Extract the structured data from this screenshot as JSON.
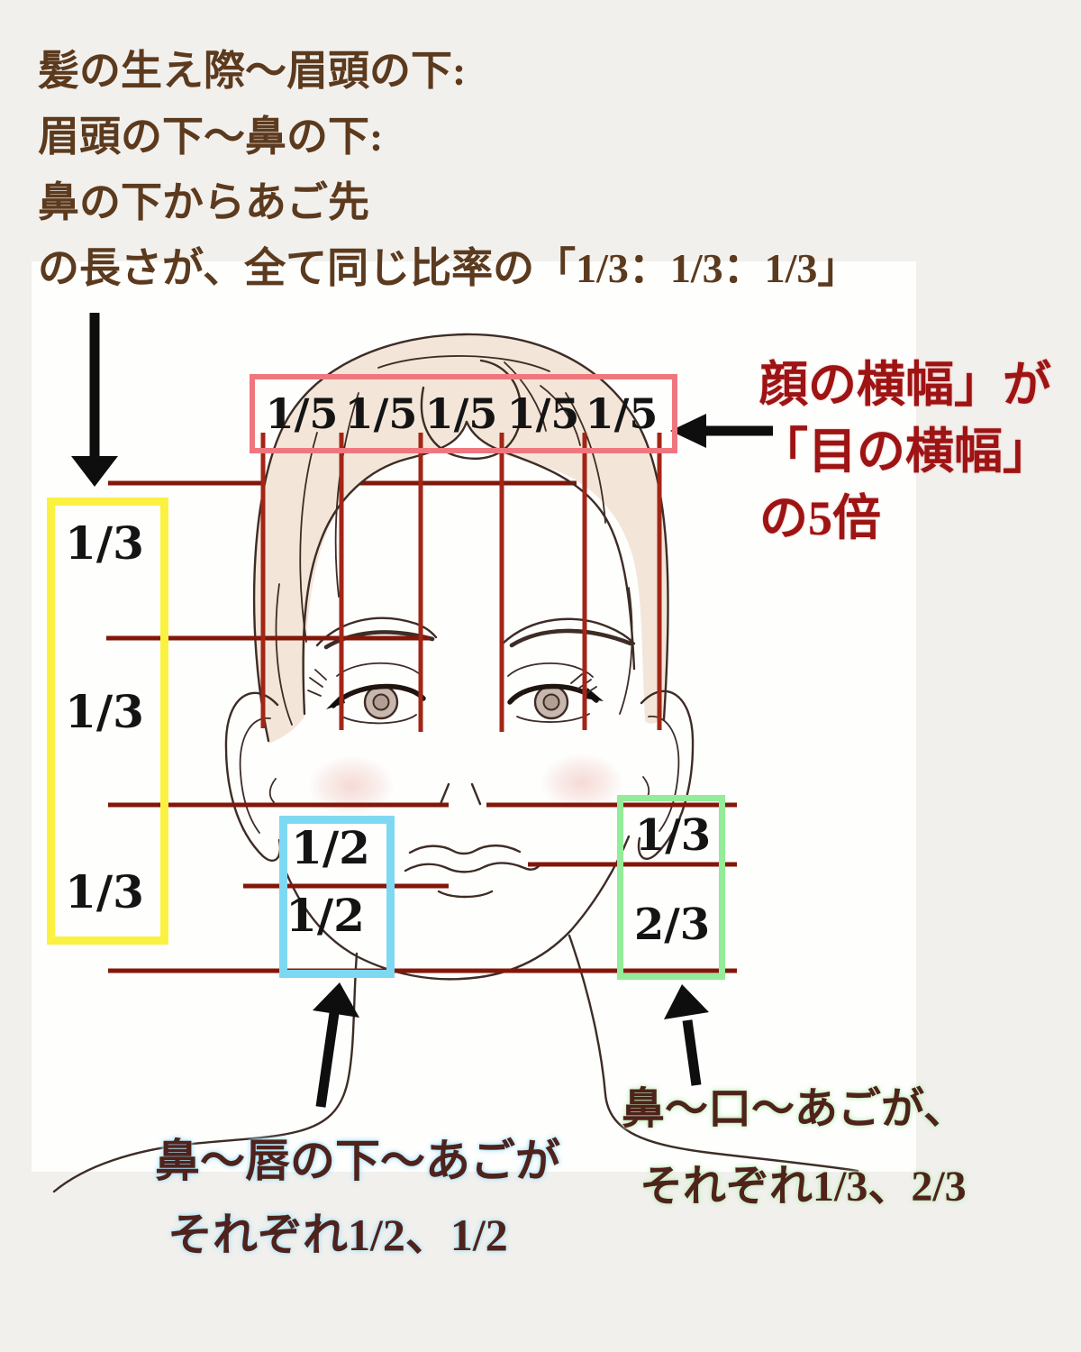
{
  "top_note": {
    "line1": "髪の生え際〜眉頭の下:",
    "line2": "眉頭の下〜鼻の下:",
    "line3": "鼻の下からあご先",
    "line4": "の長さが、全て同じ比率の「1/3：1/3：1/3」"
  },
  "width_note": {
    "line1": "顔の横幅」が",
    "line2": "「目の横幅」",
    "line3": "の5倍"
  },
  "fifths": {
    "labels": [
      "1/5",
      "1/5",
      "1/5",
      "1/5",
      "1/5"
    ]
  },
  "vertical_thirds": {
    "labels": [
      "1/3",
      "1/3",
      "1/3"
    ]
  },
  "lower_halves": {
    "labels": [
      "1/2",
      "1/2"
    ]
  },
  "lower_thirds": {
    "labels": [
      "1/3",
      "2/3"
    ]
  },
  "bottom_left_note": {
    "line1": "鼻〜唇の下〜あごが",
    "line2": "それぞれ1/2、1/2"
  },
  "bottom_right_note": {
    "line1": "鼻〜口〜あごが、",
    "line2": "それぞれ1/3、2/3"
  },
  "colors": {
    "background": "#F1F0ED",
    "canvas": "#FEFEFD",
    "guide_dark": "#821709",
    "guide_red": "#A32517",
    "box_pink": "#F0767E",
    "box_yellow": "#FBF141",
    "box_blue": "#7FD8F2",
    "box_green": "#93EC98",
    "text_brown": "#5C3A1E",
    "text_red": "#9E1313",
    "text_maroon": "#4F221B",
    "glow_blue": "#A8E0F5",
    "glow_green": "#BFEDB8",
    "label_black": "#141414",
    "arrow_black": "#0E0E0E",
    "hair_fill": "#F3E6D8",
    "sketch_line": "#3E2C26",
    "iris_fill": "#C7B7AD",
    "pupil_fill": "#B29E93",
    "blush": "#F2CEC8"
  }
}
